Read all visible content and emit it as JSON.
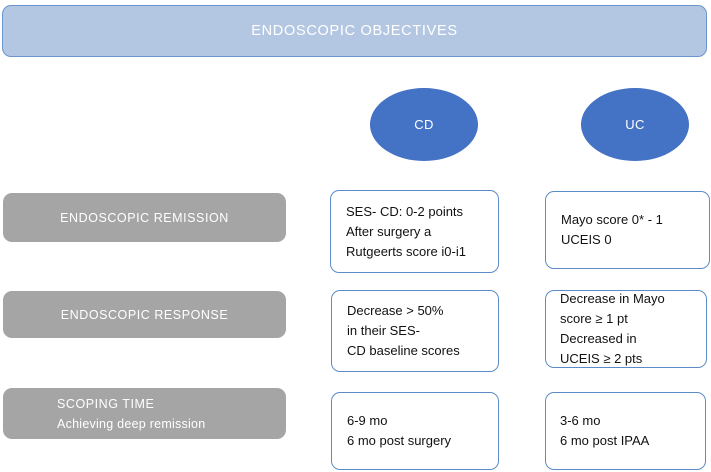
{
  "header": {
    "title": "ENDOSCOPIC OBJECTIVES",
    "fill_color": "#b4c7e2",
    "border_color": "#6b95cd",
    "text_color": "#ffffff"
  },
  "diseases": {
    "cd": {
      "label": "CD",
      "color": "#4472c4"
    },
    "uc": {
      "label": "UC",
      "color": "#4472c4"
    }
  },
  "categories": [
    {
      "label": "ENDOSCOPIC REMISSION",
      "sublabel": "",
      "fill_color": "#a5a5a5"
    },
    {
      "label": "ENDOSCOPIC RESPONSE",
      "sublabel": "",
      "fill_color": "#a5a5a5"
    },
    {
      "label": "SCOPING TIME",
      "sublabel": "Achieving deep remission",
      "fill_color": "#a5a5a5"
    }
  ],
  "cells": {
    "remission": {
      "cd": {
        "line1": "SES- CD: 0-2 points",
        "line2": "After surgery a",
        "line3": "Rutgeerts score i0-i1"
      },
      "uc": {
        "line1": "Mayo score 0* - 1",
        "line2": "UCEIS 0"
      }
    },
    "response": {
      "cd": {
        "line1": "Decrease > 50%",
        "line2": "in their SES-",
        "line3": "CD baseline scores"
      },
      "uc": {
        "line1": "Decrease in Mayo",
        "line2": "score ≥ 1 pt",
        "line3": "Decreased in",
        "line4": "UCEIS ≥ 2 pts"
      }
    },
    "scoping_time": {
      "cd": {
        "line1": "6-9 mo",
        "line2": "6 mo post surgery"
      },
      "uc": {
        "line1": "3-6 mo",
        "line2": "6 mo post IPAA"
      }
    }
  },
  "box_style": {
    "border_color": "#5b8cc8",
    "fill_color": "#ffffff",
    "text_color": "#111111"
  }
}
